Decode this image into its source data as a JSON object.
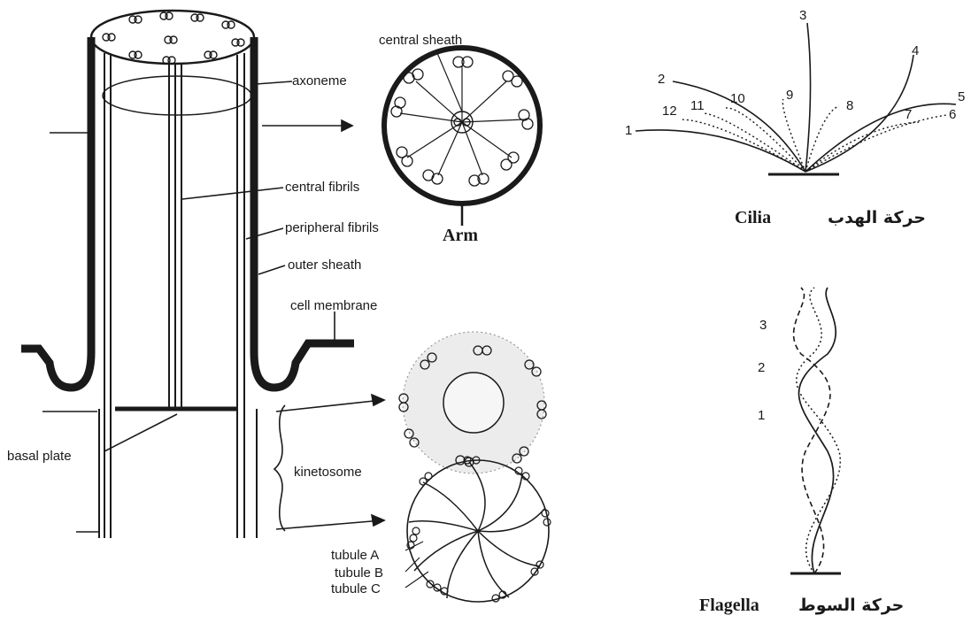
{
  "main_diagram": {
    "labels": {
      "central_sheath": "central sheath",
      "axoneme": "axoneme",
      "central_fibrils": "central fibrils",
      "peripheral_fibrils": "peripheral fibrils",
      "outer_sheath": "outer sheath",
      "cell_membrane": "cell membrane",
      "basal_plate": "basal plate",
      "kinetosome": "kinetosome",
      "tubule_a": "tubule A",
      "tubule_b": "tubule B",
      "tubule_c": "tubule C",
      "arm": "Arm"
    }
  },
  "cilia": {
    "caption_arabic": "حركة الهدب",
    "caption_english": "Cilia",
    "stroke_numbers": [
      "1",
      "2",
      "3",
      "4",
      "5",
      "6",
      "7",
      "8",
      "9",
      "10",
      "11",
      "12"
    ]
  },
  "flagella": {
    "caption_arabic": "حركة السوط",
    "caption_english": "Flagella",
    "wave_numbers": [
      "1",
      "2",
      "3"
    ]
  },
  "colors": {
    "ink": "#1a1a1a",
    "background": "#ffffff"
  }
}
